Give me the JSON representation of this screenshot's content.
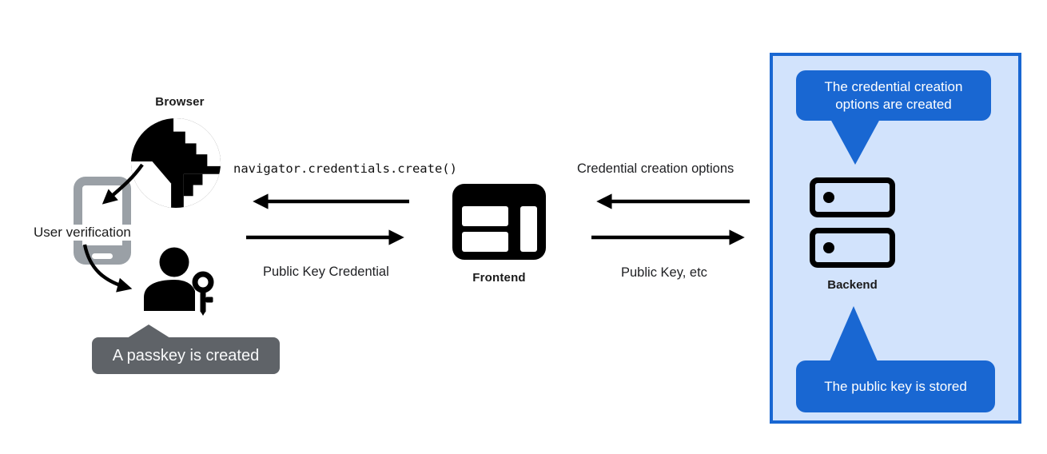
{
  "colors": {
    "accent_blue": "#1967d2",
    "panel_fill_light_blue": "#d2e3fc",
    "tooltip_dark_gray": "#5f6368",
    "phone_gray": "#9aa0a6",
    "ink_black": "#000000",
    "text_white": "#ffffff"
  },
  "left": {
    "browser_label": "Browser",
    "user_verification_label": "User verification",
    "passkey_tooltip": "A passkey is created"
  },
  "middle": {
    "call_label": "navigator.credentials.create()",
    "return_label": "Public Key Credential",
    "frontend_label": "Frontend"
  },
  "right": {
    "request_label": "Credential creation options",
    "response_label": "Public Key, etc",
    "backend_label": "Backend",
    "bubble_top": "The credential creation options are created",
    "bubble_bottom": "The public key is stored"
  },
  "icons": {
    "globe": "globe-icon",
    "smartphone": "smartphone-icon",
    "user_with_key": "user-with-key-icon",
    "frontend_window": "browser-window-icon",
    "server_stack": "server-stack-icon",
    "arrows": [
      "arrow-left-icon",
      "arrow-right-icon",
      "curved-arrow-icon"
    ]
  }
}
